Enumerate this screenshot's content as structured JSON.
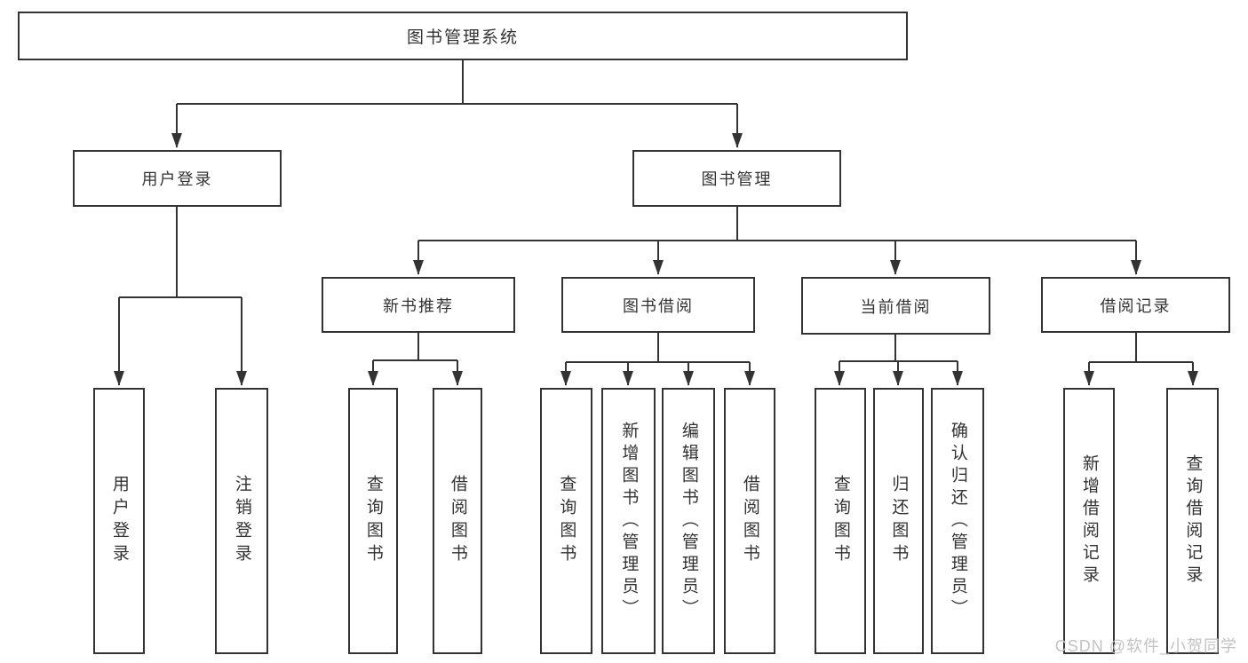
{
  "diagram": {
    "root": {
      "label": "图书管理系统"
    },
    "level2": [
      {
        "id": "user-login",
        "label": "用户登录"
      },
      {
        "id": "book-management",
        "label": "图书管理"
      }
    ],
    "level3": [
      {
        "id": "new-book-recommend",
        "label": "新书推荐"
      },
      {
        "id": "book-borrowing",
        "label": "图书借阅"
      },
      {
        "id": "current-borrowing",
        "label": "当前借阅"
      },
      {
        "id": "borrowing-records",
        "label": "借阅记录"
      }
    ],
    "leaves": [
      {
        "id": "user-login-leaf",
        "label": "用户登录"
      },
      {
        "id": "logout",
        "label": "注销登录"
      },
      {
        "id": "query-books-recommend",
        "label": "查询图书"
      },
      {
        "id": "borrow-books-recommend",
        "label": "借阅图书"
      },
      {
        "id": "query-books-borrowing",
        "label": "查询图书"
      },
      {
        "id": "add-books-admin",
        "label": "新增图书（管理员）"
      },
      {
        "id": "edit-books-admin",
        "label": "编辑图书（管理员）"
      },
      {
        "id": "borrow-books-borrowing",
        "label": "借阅图书"
      },
      {
        "id": "query-books-current",
        "label": "查询图书"
      },
      {
        "id": "return-books",
        "label": "归还图书"
      },
      {
        "id": "confirm-return-admin",
        "label": "确认归还（管理员）"
      },
      {
        "id": "add-borrow-record",
        "label": "新增借阅记录"
      },
      {
        "id": "query-borrow-record",
        "label": "查询借阅记录"
      }
    ],
    "watermark": "CSDN @软件_小贺同学",
    "colors": {
      "line": "#333333",
      "text": "#333333",
      "box_background": "#ffffff",
      "watermark": "#c3c3c3"
    }
  }
}
